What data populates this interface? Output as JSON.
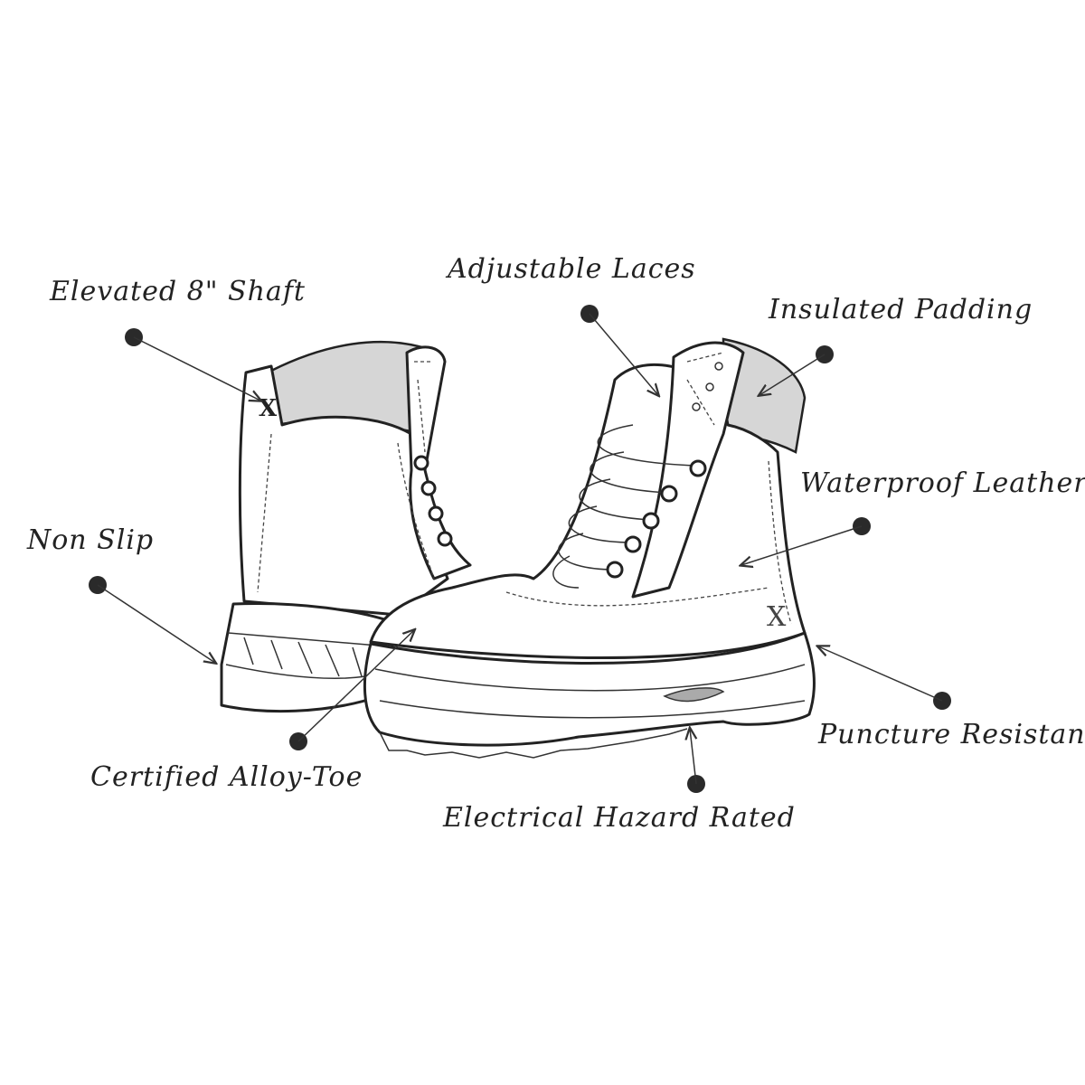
{
  "title": "Boot features diagram",
  "brand_mark": "X",
  "colors": {
    "ink": "#222222",
    "padding": "#d6d6d6",
    "background": "#ffffff"
  },
  "callouts": [
    {
      "id": "shaft",
      "label": "Elevated 8\" Shaft"
    },
    {
      "id": "laces",
      "label": "Adjustable Laces"
    },
    {
      "id": "padding",
      "label": "Insulated Padding"
    },
    {
      "id": "leather",
      "label": "Waterproof Leather"
    },
    {
      "id": "nonslip",
      "label": "Non Slip"
    },
    {
      "id": "puncture",
      "label": "Puncture Resistant"
    },
    {
      "id": "toe",
      "label": "Certified Alloy-Toe"
    },
    {
      "id": "hazard",
      "label": "Electrical Hazard Rated"
    }
  ]
}
